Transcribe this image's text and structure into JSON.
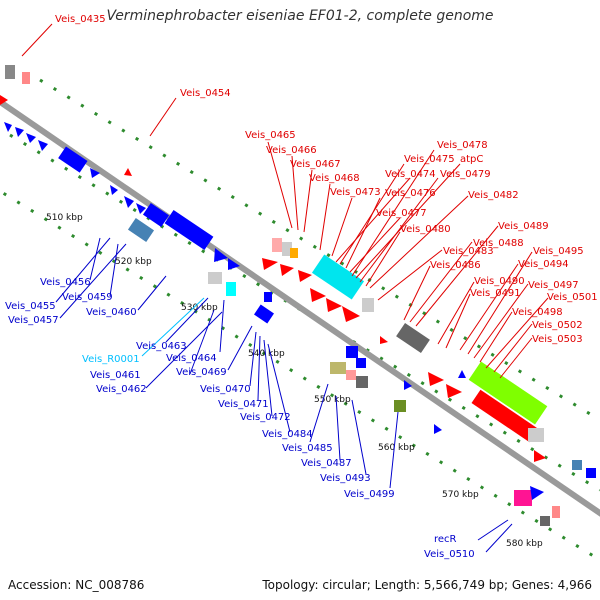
{
  "header": {
    "title": "Verminephrobacter eiseniae EF01-2, complete genome"
  },
  "footer": {
    "accession": "Accession: NC_008786",
    "summary": "Topology: circular; Length: 5,566,749 bp; Genes: 4,966"
  },
  "ticks": [
    "510 kbp",
    "520 kbp",
    "530 kbp",
    "540 kbp",
    "550 kbp",
    "560 kbp",
    "570 kbp",
    "580 kbp"
  ],
  "labels_top": [
    "Veis_0435",
    "Veis_0454",
    "Veis_0465",
    "Veis_0466",
    "Veis_0467",
    "Veis_0468",
    "Veis_0473",
    "Veis_0474",
    "Veis_0475",
    "Veis_0476",
    "Veis_0477",
    "Veis_0478",
    "atpC",
    "Veis_0479",
    "Veis_0480",
    "Veis_0482",
    "Veis_0483",
    "Veis_0486",
    "Veis_0488",
    "Veis_0489",
    "Veis_0490",
    "Veis_0491",
    "Veis_0494",
    "Veis_0495",
    "Veis_0497",
    "Veis_0498",
    "Veis_0501",
    "Veis_0502",
    "Veis_0503"
  ],
  "labels_bottom": [
    "Veis_0456",
    "Veis_0455",
    "Veis_0459",
    "Veis_0457",
    "Veis_0460",
    "Veis_R0001",
    "Veis_0463",
    "Veis_0461",
    "Veis_0464",
    "Veis_0462",
    "Veis_0469",
    "Veis_0470",
    "Veis_0471",
    "Veis_0472",
    "Veis_0484",
    "Veis_0485",
    "Veis_0487",
    "Veis_0493",
    "Veis_0499",
    "recR",
    "Veis_0510"
  ],
  "colors": {
    "forward_strand": "#ff0000",
    "reverse_strand": "#0000ff",
    "rrna": "#00e5ee",
    "backbone": "#888888",
    "gc_dots": "#228b22"
  }
}
